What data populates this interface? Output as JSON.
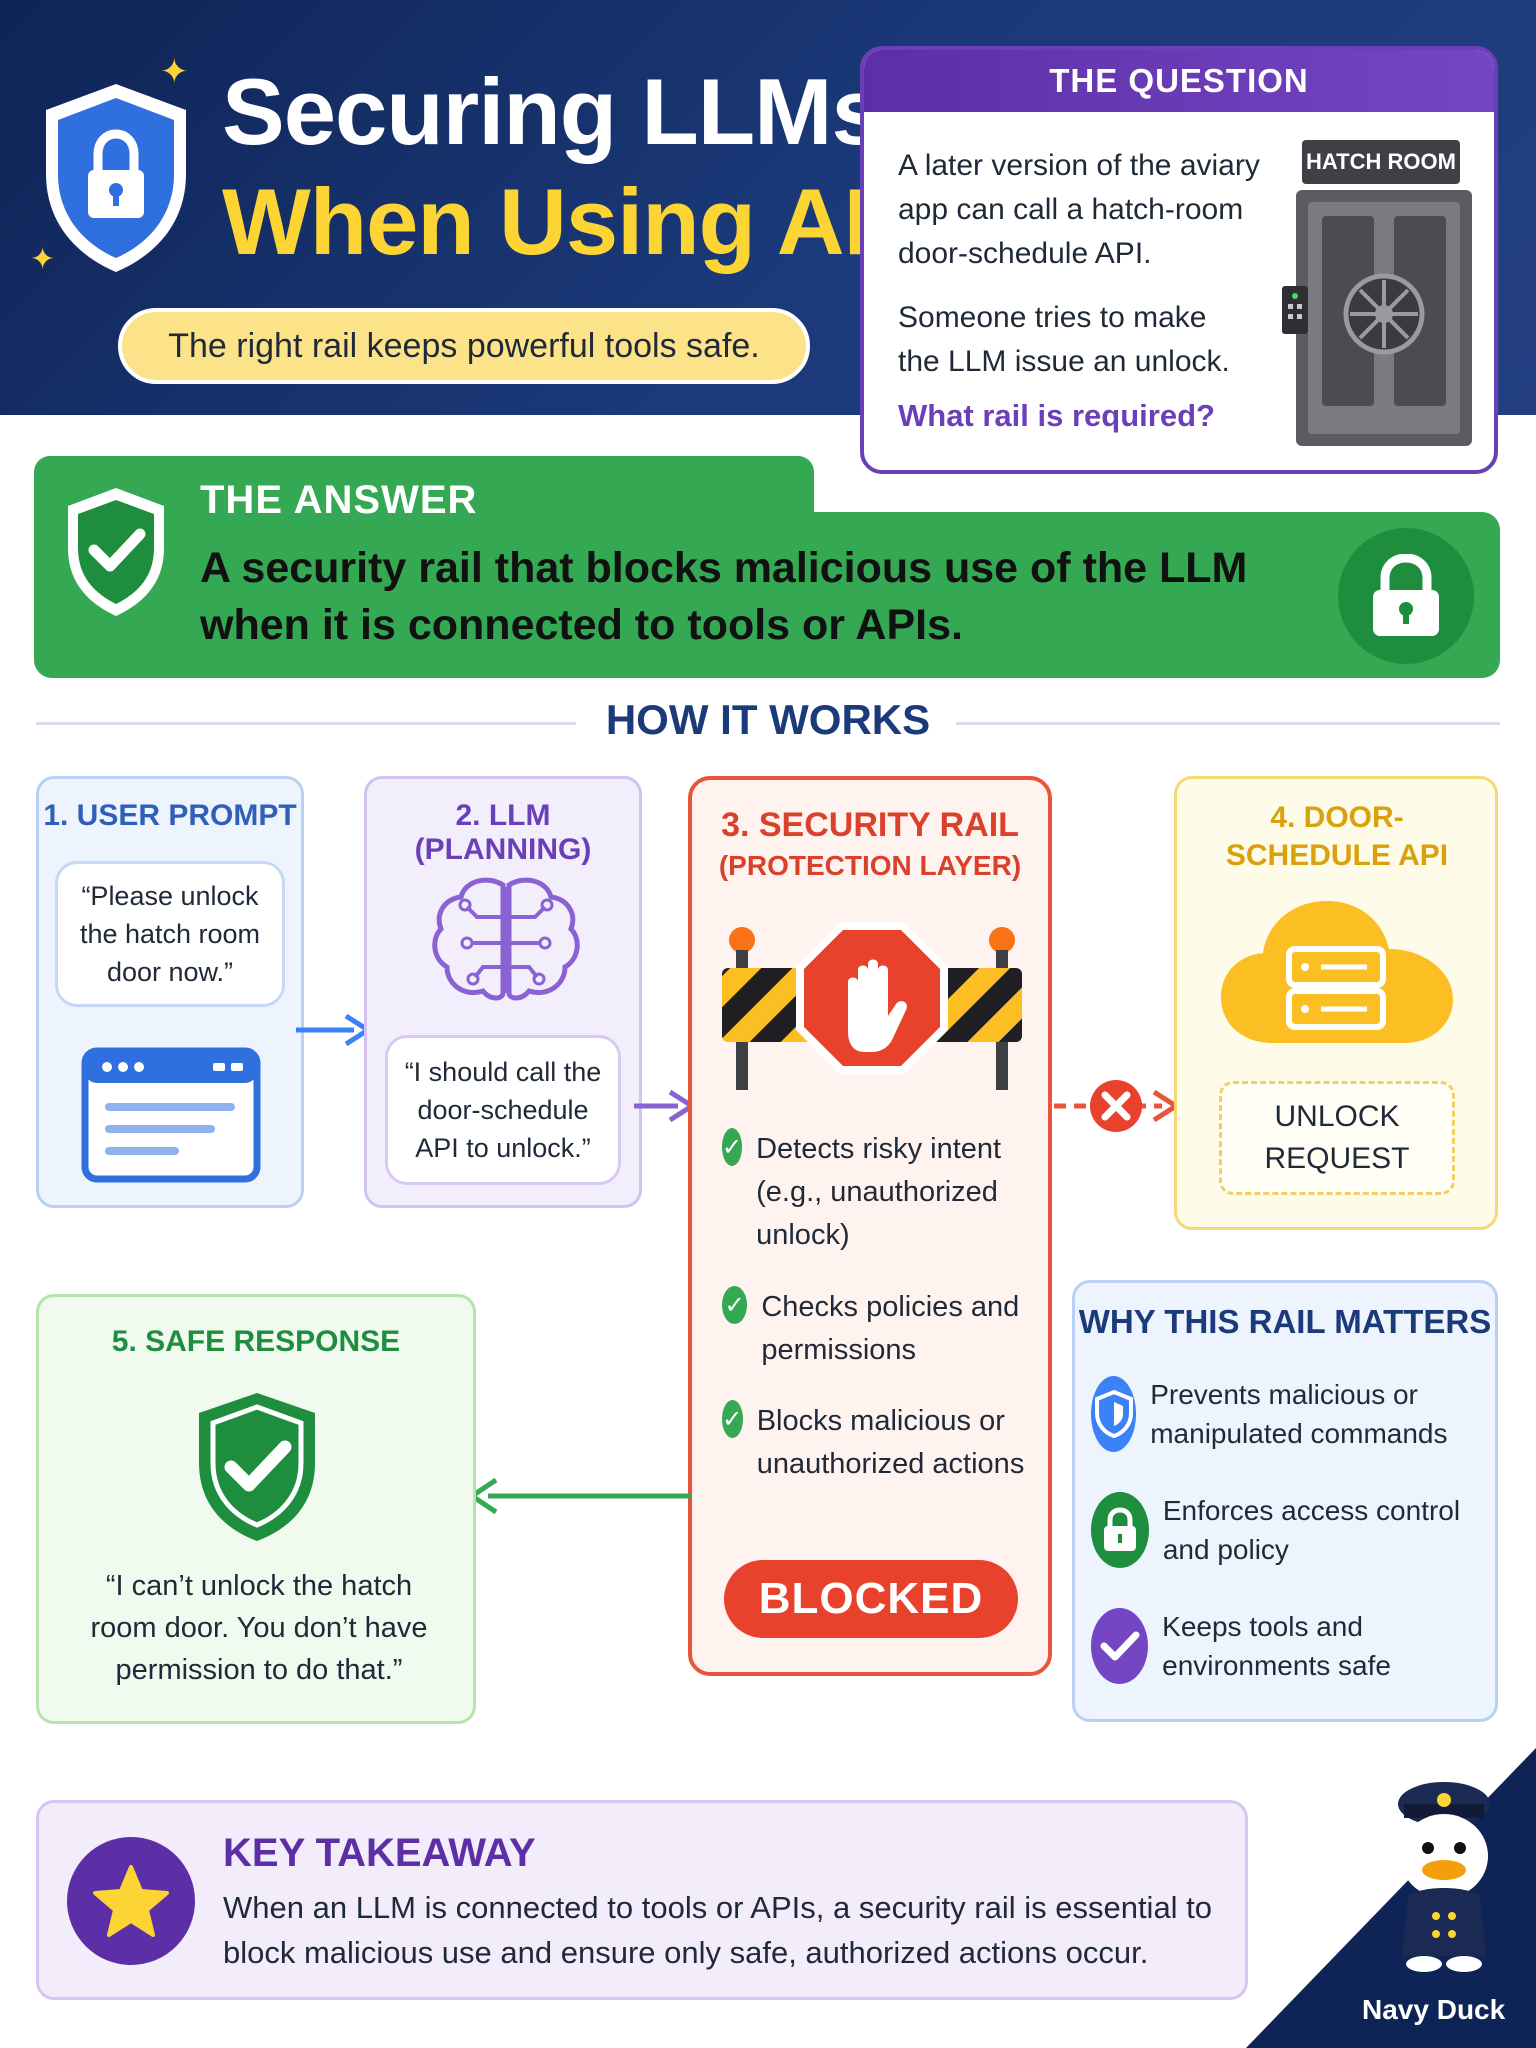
{
  "header": {
    "title_line1": "Securing LLMs",
    "title_line2": "When Using APIs",
    "subtitle": "The right rail keeps powerful tools safe."
  },
  "question": {
    "heading": "THE QUESTION",
    "para1": "A later version of the aviary app can call a hatch-room door-schedule API.",
    "para2": "Someone tries to make the LLM issue an unlock.",
    "ask": "What rail is required?",
    "door_label": "HATCH ROOM"
  },
  "answer": {
    "label": "THE ANSWER",
    "text": "A security rail that blocks malicious use of the LLM when it is connected to tools or APIs."
  },
  "how_it_works": {
    "title": "HOW IT WORKS",
    "step1": {
      "title": "1. USER PROMPT",
      "quote": "“Please unlock the hatch room door now.”"
    },
    "step2": {
      "title": "2. LLM (PLANNING)",
      "quote": "“I should call the door-schedule API to unlock.”"
    },
    "step3": {
      "title": "3. SECURITY RAIL",
      "subtitle": "(PROTECTION LAYER)",
      "checks": [
        "Detects risky intent (e.g., unauthorized unlock)",
        "Checks policies and permissions",
        "Blocks malicious or unauthorized actions"
      ],
      "status": "BLOCKED"
    },
    "step4": {
      "title": "4. DOOR-SCHEDULE API",
      "request": "UNLOCK REQUEST"
    },
    "step5": {
      "title": "5. SAFE RESPONSE",
      "quote": "“I can’t unlock the hatch room door. You don’t have permission to do that.”"
    }
  },
  "why": {
    "title": "WHY THIS RAIL MATTERS",
    "items": [
      {
        "text": "Prevents malicious or manipulated commands",
        "icon": "shield-icon",
        "color": "#3b82f6"
      },
      {
        "text": "Enforces access control and policy",
        "icon": "lock-icon",
        "color": "#1e8e3e"
      },
      {
        "text": "Keeps tools and environments safe",
        "icon": "check-icon",
        "color": "#7446c4"
      }
    ]
  },
  "takeaway": {
    "title": "KEY TAKEAWAY",
    "text": "When an LLM is connected to tools or APIs, a security rail is essential to block malicious use and ensure only safe, authorized actions occur."
  },
  "brand": {
    "name": "Navy Duck"
  },
  "colors": {
    "navy": "#0f2456",
    "yellow": "#fcd535",
    "green": "#34a853",
    "purple": "#5d2fa6",
    "red": "#e8412c"
  }
}
